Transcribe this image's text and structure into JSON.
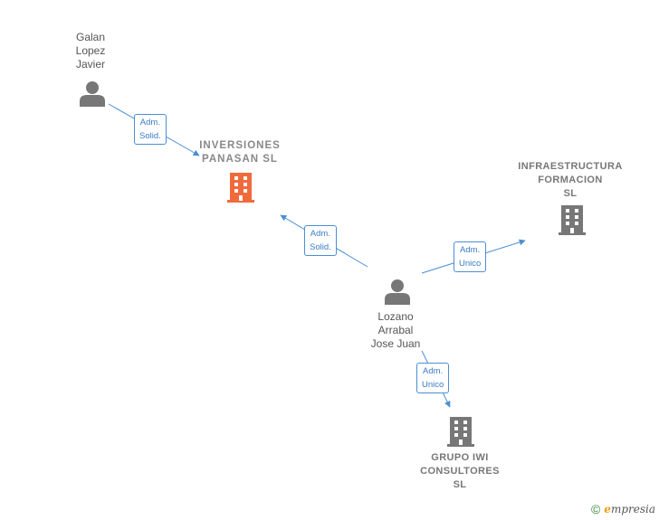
{
  "persons": [
    {
      "id": "galan",
      "name": "Galan\nLopez\nJavier"
    },
    {
      "id": "lozano",
      "name": "Lozano\nArrabal\nJose Juan"
    }
  ],
  "companies": [
    {
      "id": "inversiones",
      "name": "INVERSIONES\nPANASAN SL",
      "highlighted": true,
      "color": "#f06a3c"
    },
    {
      "id": "infraestructura",
      "name": "INFRAESTRUCTURA\nFORMACION\nSL",
      "highlighted": false,
      "color": "#777777"
    },
    {
      "id": "grupo",
      "name": "GRUPO IWI\nCONSULTORES\nSL",
      "highlighted": false,
      "color": "#777777"
    }
  ],
  "relations": [
    {
      "from": "galan",
      "to": "inversiones",
      "label": "Adm.\nSolid."
    },
    {
      "from": "lozano",
      "to": "inversiones",
      "label": "Adm.\nSolid."
    },
    {
      "from": "lozano",
      "to": "infraestructura",
      "label": "Adm.\nUnico"
    },
    {
      "from": "lozano",
      "to": "grupo",
      "label": "Adm.\nUnico"
    }
  ],
  "edge_color": "#4a8fd4",
  "footer": {
    "copyright": "©",
    "brand_initial": "e",
    "brand_rest": "mpresia"
  }
}
